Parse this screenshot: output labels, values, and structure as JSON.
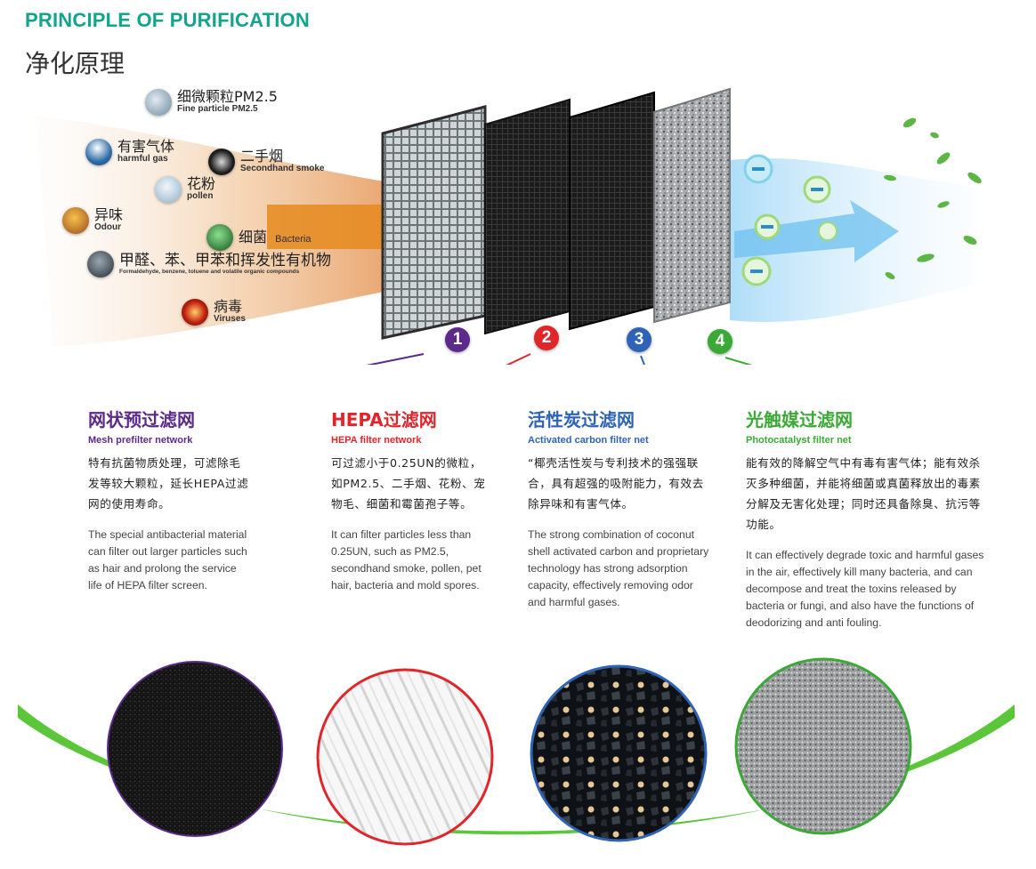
{
  "header": {
    "title": "PRINCIPLE OF PURIFICATION",
    "subtitle": "净化原理"
  },
  "pollutants": [
    {
      "cn": "细微颗粒PM2.5",
      "en": "Fine particle PM2.5",
      "icon": "pm25-icon"
    },
    {
      "cn": "有害气体",
      "en": "harmful gas",
      "icon": "harmful-gas-icon"
    },
    {
      "cn": "二手烟",
      "en": "Secondhand smoke",
      "icon": "smoke-icon"
    },
    {
      "cn": "花粉",
      "en": "pollen",
      "icon": "pollen-icon"
    },
    {
      "cn": "异味",
      "en": "Odour",
      "icon": "odour-icon"
    },
    {
      "cn": "细菌",
      "en": "Bacteria",
      "icon": "bacteria-icon"
    },
    {
      "cn": "甲醛、苯、甲苯和挥发性有机物",
      "en": "Formaldehyde, benzene, toluene and volatile organic compounds",
      "icon": "voc-icon"
    },
    {
      "cn": "病毒",
      "en": "Viruses",
      "icon": "virus-icon"
    }
  ],
  "layers": [
    {
      "number": "1",
      "color": "#5b2a8c",
      "cn_title": "网状预过滤网",
      "en_title": "Mesh prefilter network",
      "cn_desc": "特有抗菌物质处理，可滤除毛发等较大颗粒，延长HEPA过滤网的使用寿命。",
      "en_desc": "The special antibacterial material can filter out larger particles such as hair and prolong the service life of HEPA filter screen."
    },
    {
      "number": "2",
      "color": "#e0262b",
      "cn_title": "HEPA过滤网",
      "en_title": "HEPA filter network",
      "cn_desc": "可过滤小于0.25UN的微粒，如PM2.5、二手烟、花粉、宠物毛、细菌和霉菌孢子等。",
      "en_desc": "It can filter particles less than 0.25UN, such as PM2.5, secondhand smoke, pollen, pet hair, bacteria and mold spores."
    },
    {
      "number": "3",
      "color": "#2e63b5",
      "cn_title": "活性炭过滤网",
      "en_title": "Activated carbon filter net",
      "cn_desc": "“椰壳活性炭与专利技术的强强联合，具有超强的吸附能力，有效去除异味和有害气体。",
      "en_desc": "The strong combination of coconut shell activated carbon and proprietary technology has strong adsorption capacity, effectively removing odor and harmful gases."
    },
    {
      "number": "4",
      "color": "#3aa935",
      "cn_title": "光触媒过滤网",
      "en_title": "Photocatalyst filter net",
      "cn_desc": "能有效的降解空气中有毒有害气体；能有效杀灭多种细菌，并能将细菌或真菌释放出的毒素分解及无害化处理；同时还具备除臭、抗污等功能。",
      "en_desc": "It can effectively degrade toxic and harmful gases in the air, effectively kill many bacteria, and can decompose and treat the toxins released by bacteria or fungi, and also have the functions of deodorizing and anti fouling."
    }
  ],
  "colors": {
    "brand_teal": "#14a38b",
    "arc_green": "#5cc63a",
    "fresh_air_blue": "#5fb7ec"
  }
}
